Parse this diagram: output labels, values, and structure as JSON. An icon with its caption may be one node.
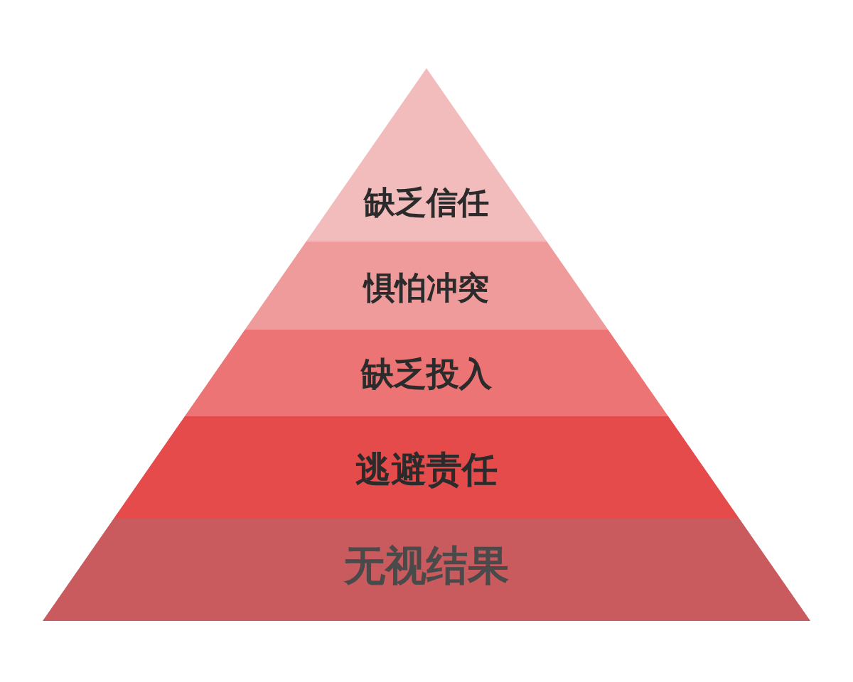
{
  "diagram": {
    "nodes": [
      {
        "text": [
          "缺乏信任"
        ]
      },
      {
        "text": [
          "惧怕冲突"
        ]
      },
      {
        "text": [
          "缺乏投入"
        ]
      },
      {
        "text": [
          "逃避责任"
        ]
      },
      {
        "text": [
          "无视结果"
        ]
      }
    ]
  }
}
